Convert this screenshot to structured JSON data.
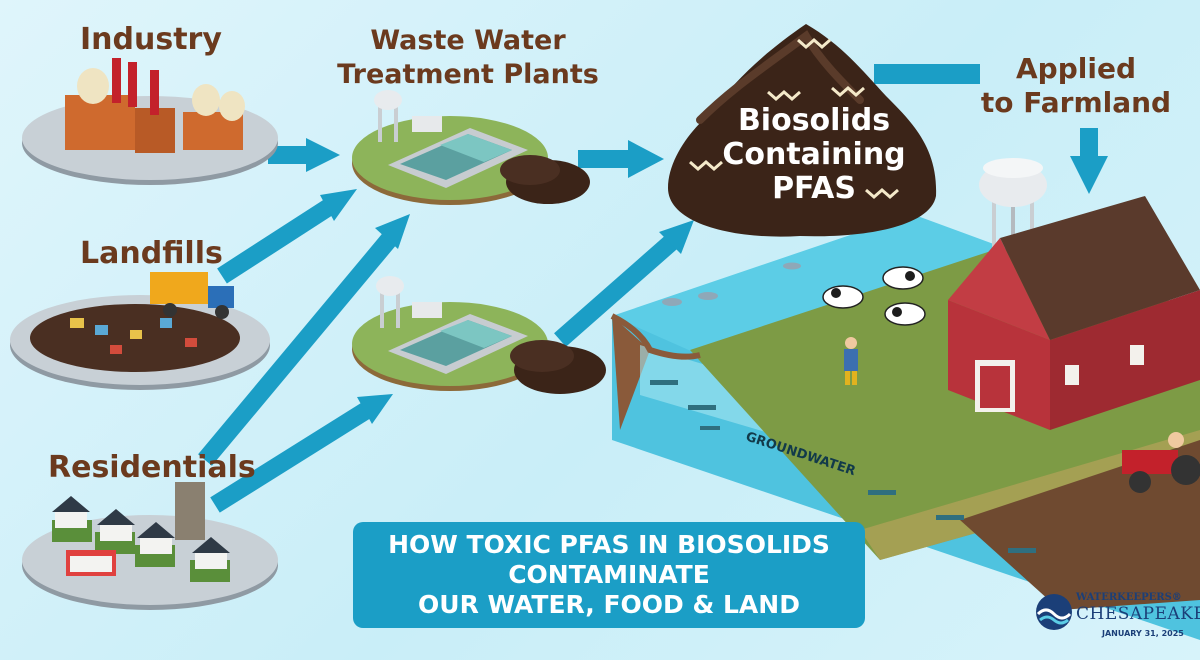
{
  "sources": {
    "industry": "Industry",
    "landfills": "Landfills",
    "residentials": "Residentials"
  },
  "treatment": {
    "label_line1": "Waste Water",
    "label_line2": "Treatment Plants"
  },
  "biosolids": {
    "line1": "Biosolids",
    "line2": "Containing",
    "line3": "PFAS"
  },
  "applied": {
    "line1": "Applied",
    "line2": "to Farmland"
  },
  "farm": {
    "groundwater_label": "GROUNDWATER"
  },
  "banner": {
    "line1": "HOW TOXIC PFAS IN BIOSOLIDS",
    "line2": "CONTAMINATE",
    "line3": "OUR WATER, FOOD & LAND"
  },
  "logo": {
    "line1": "WATERKEEPERS®",
    "line2": "CHESAPEAKE",
    "date": "JANUARY 31, 2025"
  },
  "colors": {
    "arrow": "#1b9ec6",
    "label_brown": "#6b3a1e",
    "banner_bg": "#1b9ec6",
    "biosolids_pile": "#3b2418",
    "barn_red": "#b8333b",
    "field_green": "#7d9b45",
    "water_blue": "#5ccde6"
  }
}
